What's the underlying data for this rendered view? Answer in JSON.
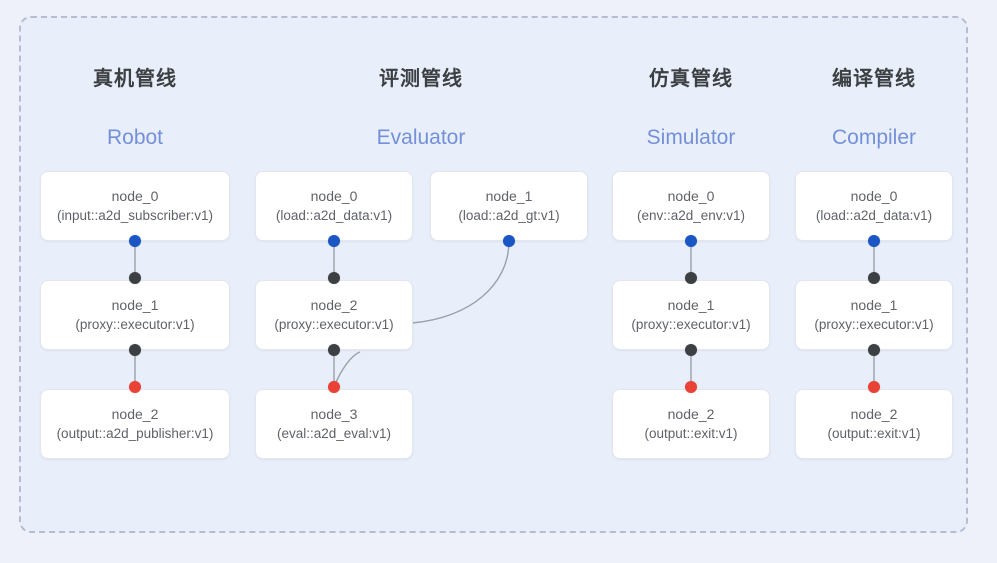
{
  "diagram": {
    "title_visible": false,
    "background_color": "#eef1fa",
    "panel_color": "#e9eefb",
    "dashed_border_color": "#b6bdd0",
    "node_fill": "#ffffff",
    "node_border": "#e3e6ec",
    "edge_color": "#9aa0a6",
    "port_colors": {
      "input": "#1a56c4",
      "relay": "#3c4043",
      "output": "#ea4335"
    },
    "title_color": "#3c4043",
    "subtitle_color": "#7390d8"
  },
  "columns": [
    {
      "title": "真机管线",
      "subtitle": "Robot",
      "nodes": [
        {
          "id": "node_0",
          "type": "(input::a2d_subscriber:v1)"
        },
        {
          "id": "node_1",
          "type": "(proxy::executor:v1)"
        },
        {
          "id": "node_2",
          "type": "(output::a2d_publisher:v1)"
        }
      ]
    },
    {
      "title": "评测管线",
      "subtitle": "Evaluator",
      "nodes": [
        {
          "id": "node_0",
          "type": "(load::a2d_data:v1)"
        },
        {
          "id": "node_1",
          "type": "(load::a2d_gt:v1)"
        },
        {
          "id": "node_2",
          "type": "(proxy::executor:v1)"
        },
        {
          "id": "node_3",
          "type": "(eval::a2d_eval:v1)"
        }
      ]
    },
    {
      "title": "仿真管线",
      "subtitle": "Simulator",
      "nodes": [
        {
          "id": "node_0",
          "type": "(env::a2d_env:v1)"
        },
        {
          "id": "node_1",
          "type": "(proxy::executor:v1)"
        },
        {
          "id": "node_2",
          "type": "(output::exit:v1)"
        }
      ]
    },
    {
      "title": "编译管线",
      "subtitle": "Compiler",
      "nodes": [
        {
          "id": "node_0",
          "type": "(load::a2d_data:v1)"
        },
        {
          "id": "node_1",
          "type": "(proxy::executor:v1)"
        },
        {
          "id": "node_2",
          "type": "(output::exit:v1)"
        }
      ]
    }
  ]
}
